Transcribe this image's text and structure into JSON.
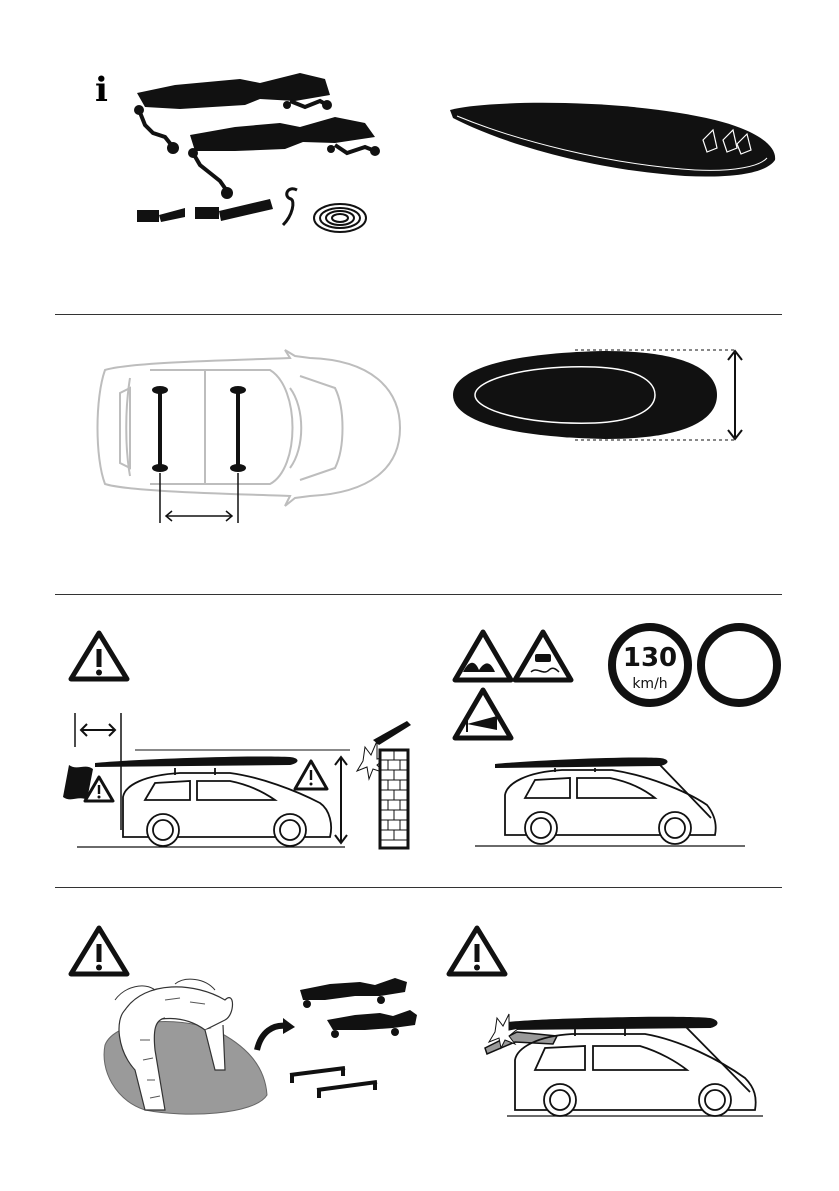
{
  "info_glyph": "i",
  "speed_sign": {
    "value": "130",
    "unit": "km/h"
  },
  "colors": {
    "ink": "#111111",
    "outline": "#bdbdbd",
    "car_fill": "#9a9a9a",
    "speed_ring": "#111111"
  },
  "icons": [
    "info-icon",
    "roof-pads-kit",
    "strap-icon",
    "hook-icon",
    "rope-coil-icon",
    "surfboard-side-icon",
    "car-top-view",
    "board-width-diagram",
    "warning-icon",
    "bumpy-road-sign-icon",
    "slippery-road-sign-icon",
    "crosswind-sign-icon",
    "speed-limit-sign-icon",
    "blank-round-sign-icon",
    "tree-icon"
  ]
}
